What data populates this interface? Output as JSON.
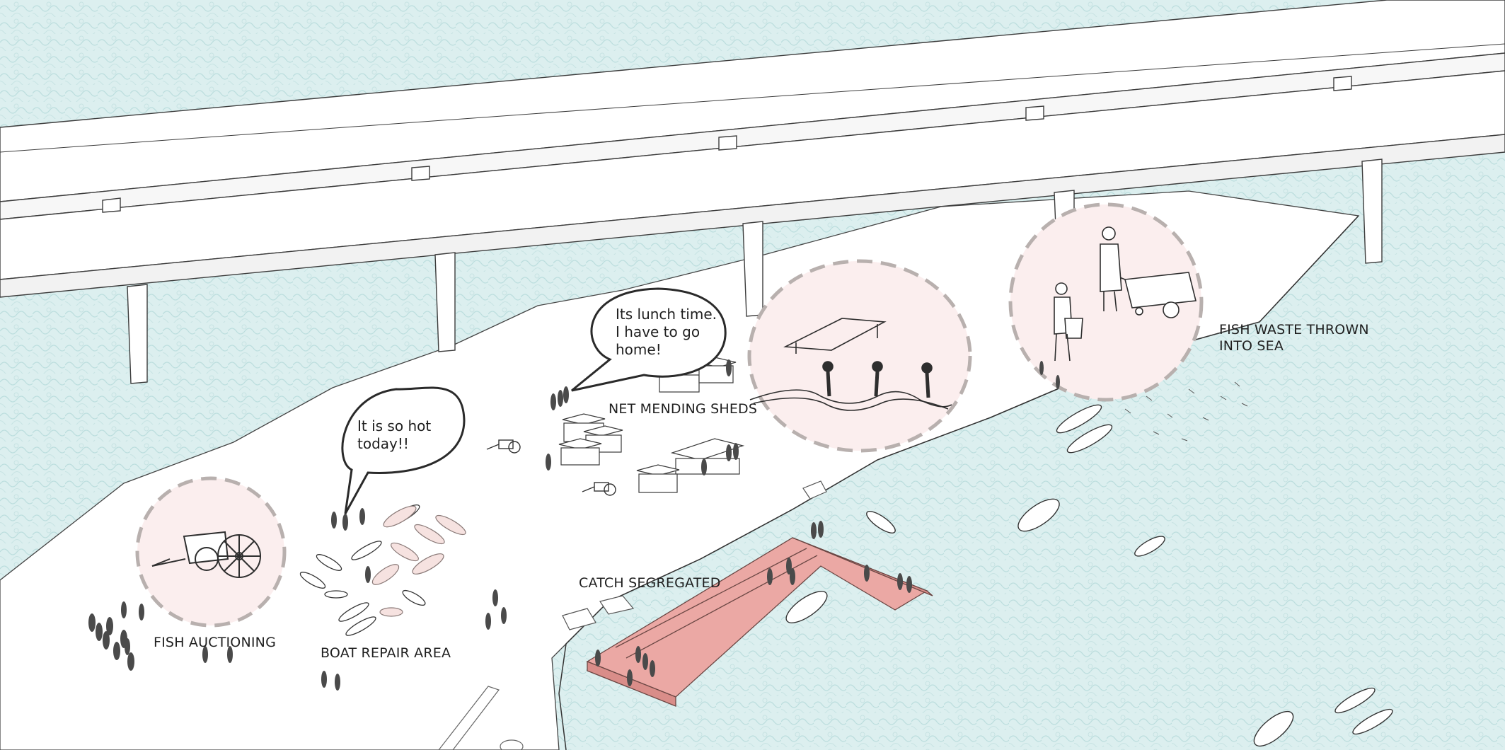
{
  "labels": {
    "fish_auctioning": "FISH AUCTIONING",
    "boat_repair_area": "BOAT REPAIR AREA",
    "net_mending_sheds": "NET MENDING SHEDS",
    "catch_segregated": "CATCH SEGREGATED",
    "fish_waste_line1": "FISH WASTE THROWN",
    "fish_waste_line2": "INTO SEA"
  },
  "bubbles": {
    "hot": {
      "line1": "It is so hot",
      "line2": "today!!"
    },
    "lunch": {
      "line1": "Its lunch time.",
      "line2": "I have to go",
      "line3": "home!"
    }
  },
  "colors": {
    "sea": "#dcefef",
    "sea_wave": "#b9dcdc",
    "ground": "#ffffff",
    "jetty": "#eba8a4",
    "highlight_circle": "#fbeeee",
    "circle_dash": "#b8b0ae",
    "line": "#3a3a3a",
    "people": "#4a4a4a"
  }
}
